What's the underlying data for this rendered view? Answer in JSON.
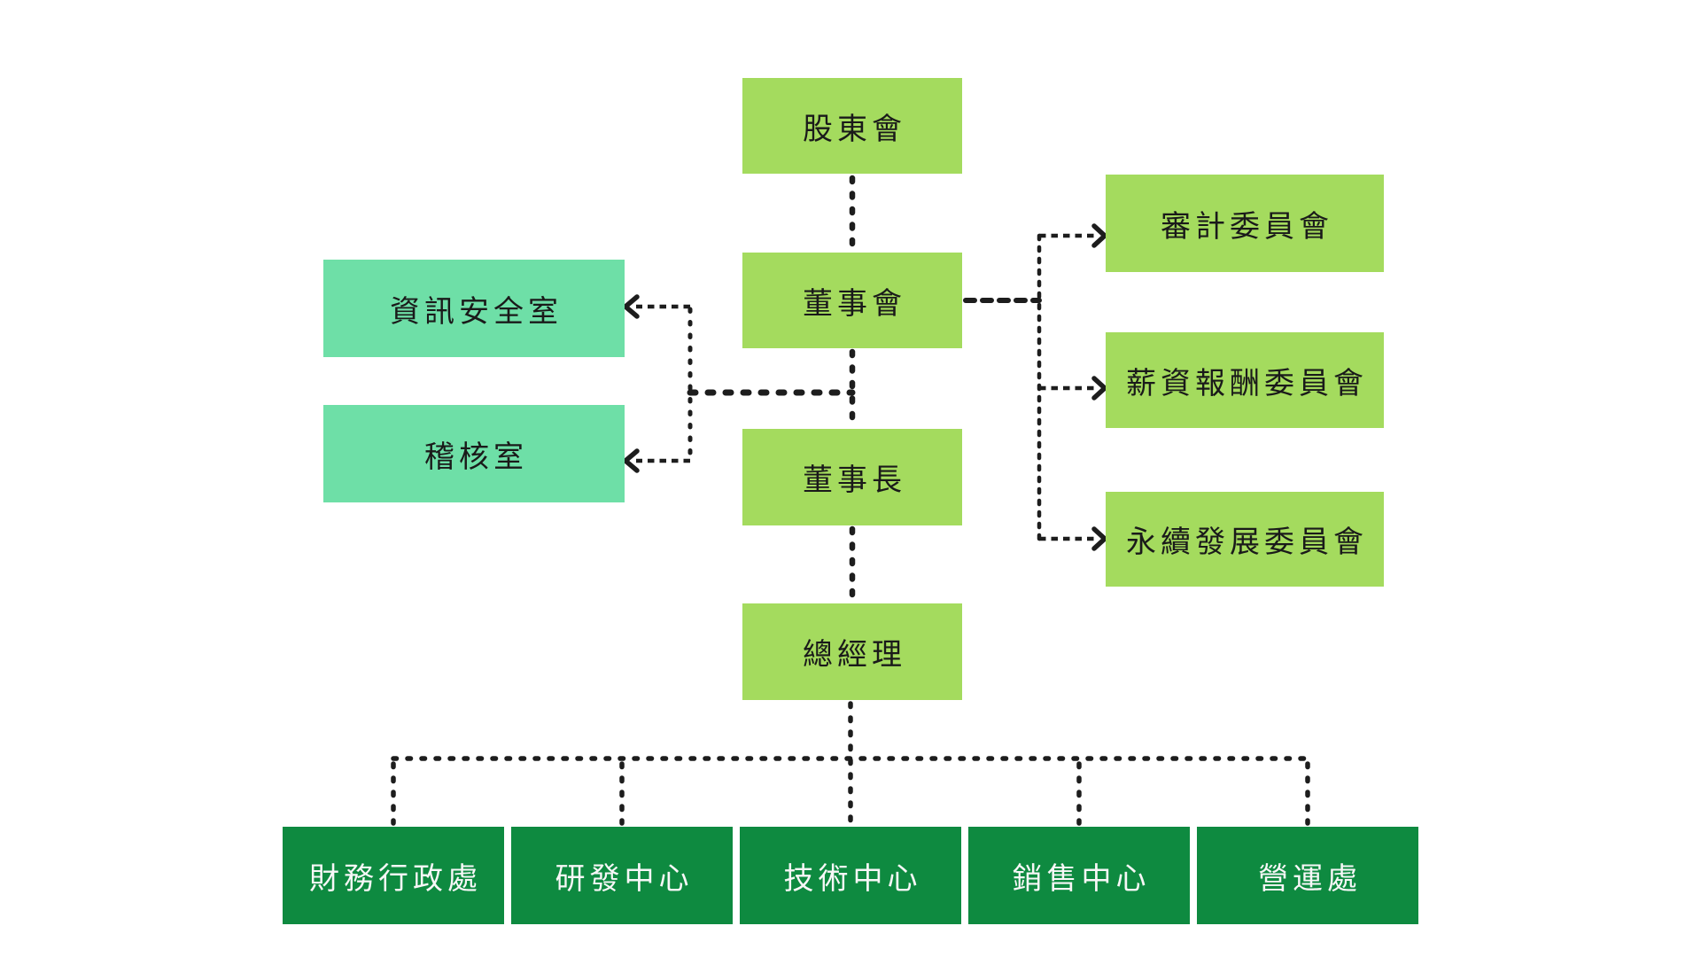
{
  "diagram_type": "org-chart",
  "nodes": {
    "shareholders": {
      "label": "股東會"
    },
    "board": {
      "label": "董事會"
    },
    "chairman": {
      "label": "董事長"
    },
    "general_manager": {
      "label": "總經理"
    },
    "info_security_office": {
      "label": "資訊安全室"
    },
    "audit_office": {
      "label": "稽核室"
    },
    "audit_committee": {
      "label": "審計委員會"
    },
    "compensation_committee": {
      "label": "薪資報酬委員會"
    },
    "sustainability_committee": {
      "label": "永續發展委員會"
    },
    "finance_admin_division": {
      "label": "財務行政處"
    },
    "rd_center": {
      "label": "研發中心"
    },
    "technology_center": {
      "label": "技術中心"
    },
    "sales_center": {
      "label": "銷售中心"
    },
    "operations_division": {
      "label": "營運處"
    }
  },
  "edges": [
    {
      "from": "shareholders",
      "to": "board",
      "style": "dotted",
      "arrow": "none"
    },
    {
      "from": "board",
      "to": "chairman",
      "style": "dotted",
      "arrow": "none"
    },
    {
      "from": "chairman",
      "to": "general_manager",
      "style": "dotted",
      "arrow": "none"
    },
    {
      "from": "board_chairman_link",
      "to": "info_security_office",
      "style": "dashed",
      "arrow": "into-target"
    },
    {
      "from": "board_chairman_link",
      "to": "audit_office",
      "style": "dashed",
      "arrow": "into-target"
    },
    {
      "from": "board",
      "to": "audit_committee",
      "style": "dashed",
      "arrow": "into-target"
    },
    {
      "from": "board",
      "to": "compensation_committee",
      "style": "dashed",
      "arrow": "into-target"
    },
    {
      "from": "board",
      "to": "sustainability_committee",
      "style": "dashed",
      "arrow": "into-target"
    },
    {
      "from": "general_manager",
      "to": "finance_admin_division",
      "style": "dotted",
      "arrow": "none"
    },
    {
      "from": "general_manager",
      "to": "rd_center",
      "style": "dotted",
      "arrow": "none"
    },
    {
      "from": "general_manager",
      "to": "technology_center",
      "style": "dotted",
      "arrow": "none"
    },
    {
      "from": "general_manager",
      "to": "sales_center",
      "style": "dotted",
      "arrow": "none"
    },
    {
      "from": "general_manager",
      "to": "operations_division",
      "style": "dotted",
      "arrow": "none"
    }
  ],
  "colors": {
    "node_light_green": "#A4DB5E",
    "node_mint": "#6EDFA7",
    "node_dark_green": "#0E8A40",
    "node_text_dark": "#1A1A1A",
    "node_text_light": "#F7F7F7",
    "connector": "#1D1D1D",
    "background": "#FFFFFF"
  }
}
